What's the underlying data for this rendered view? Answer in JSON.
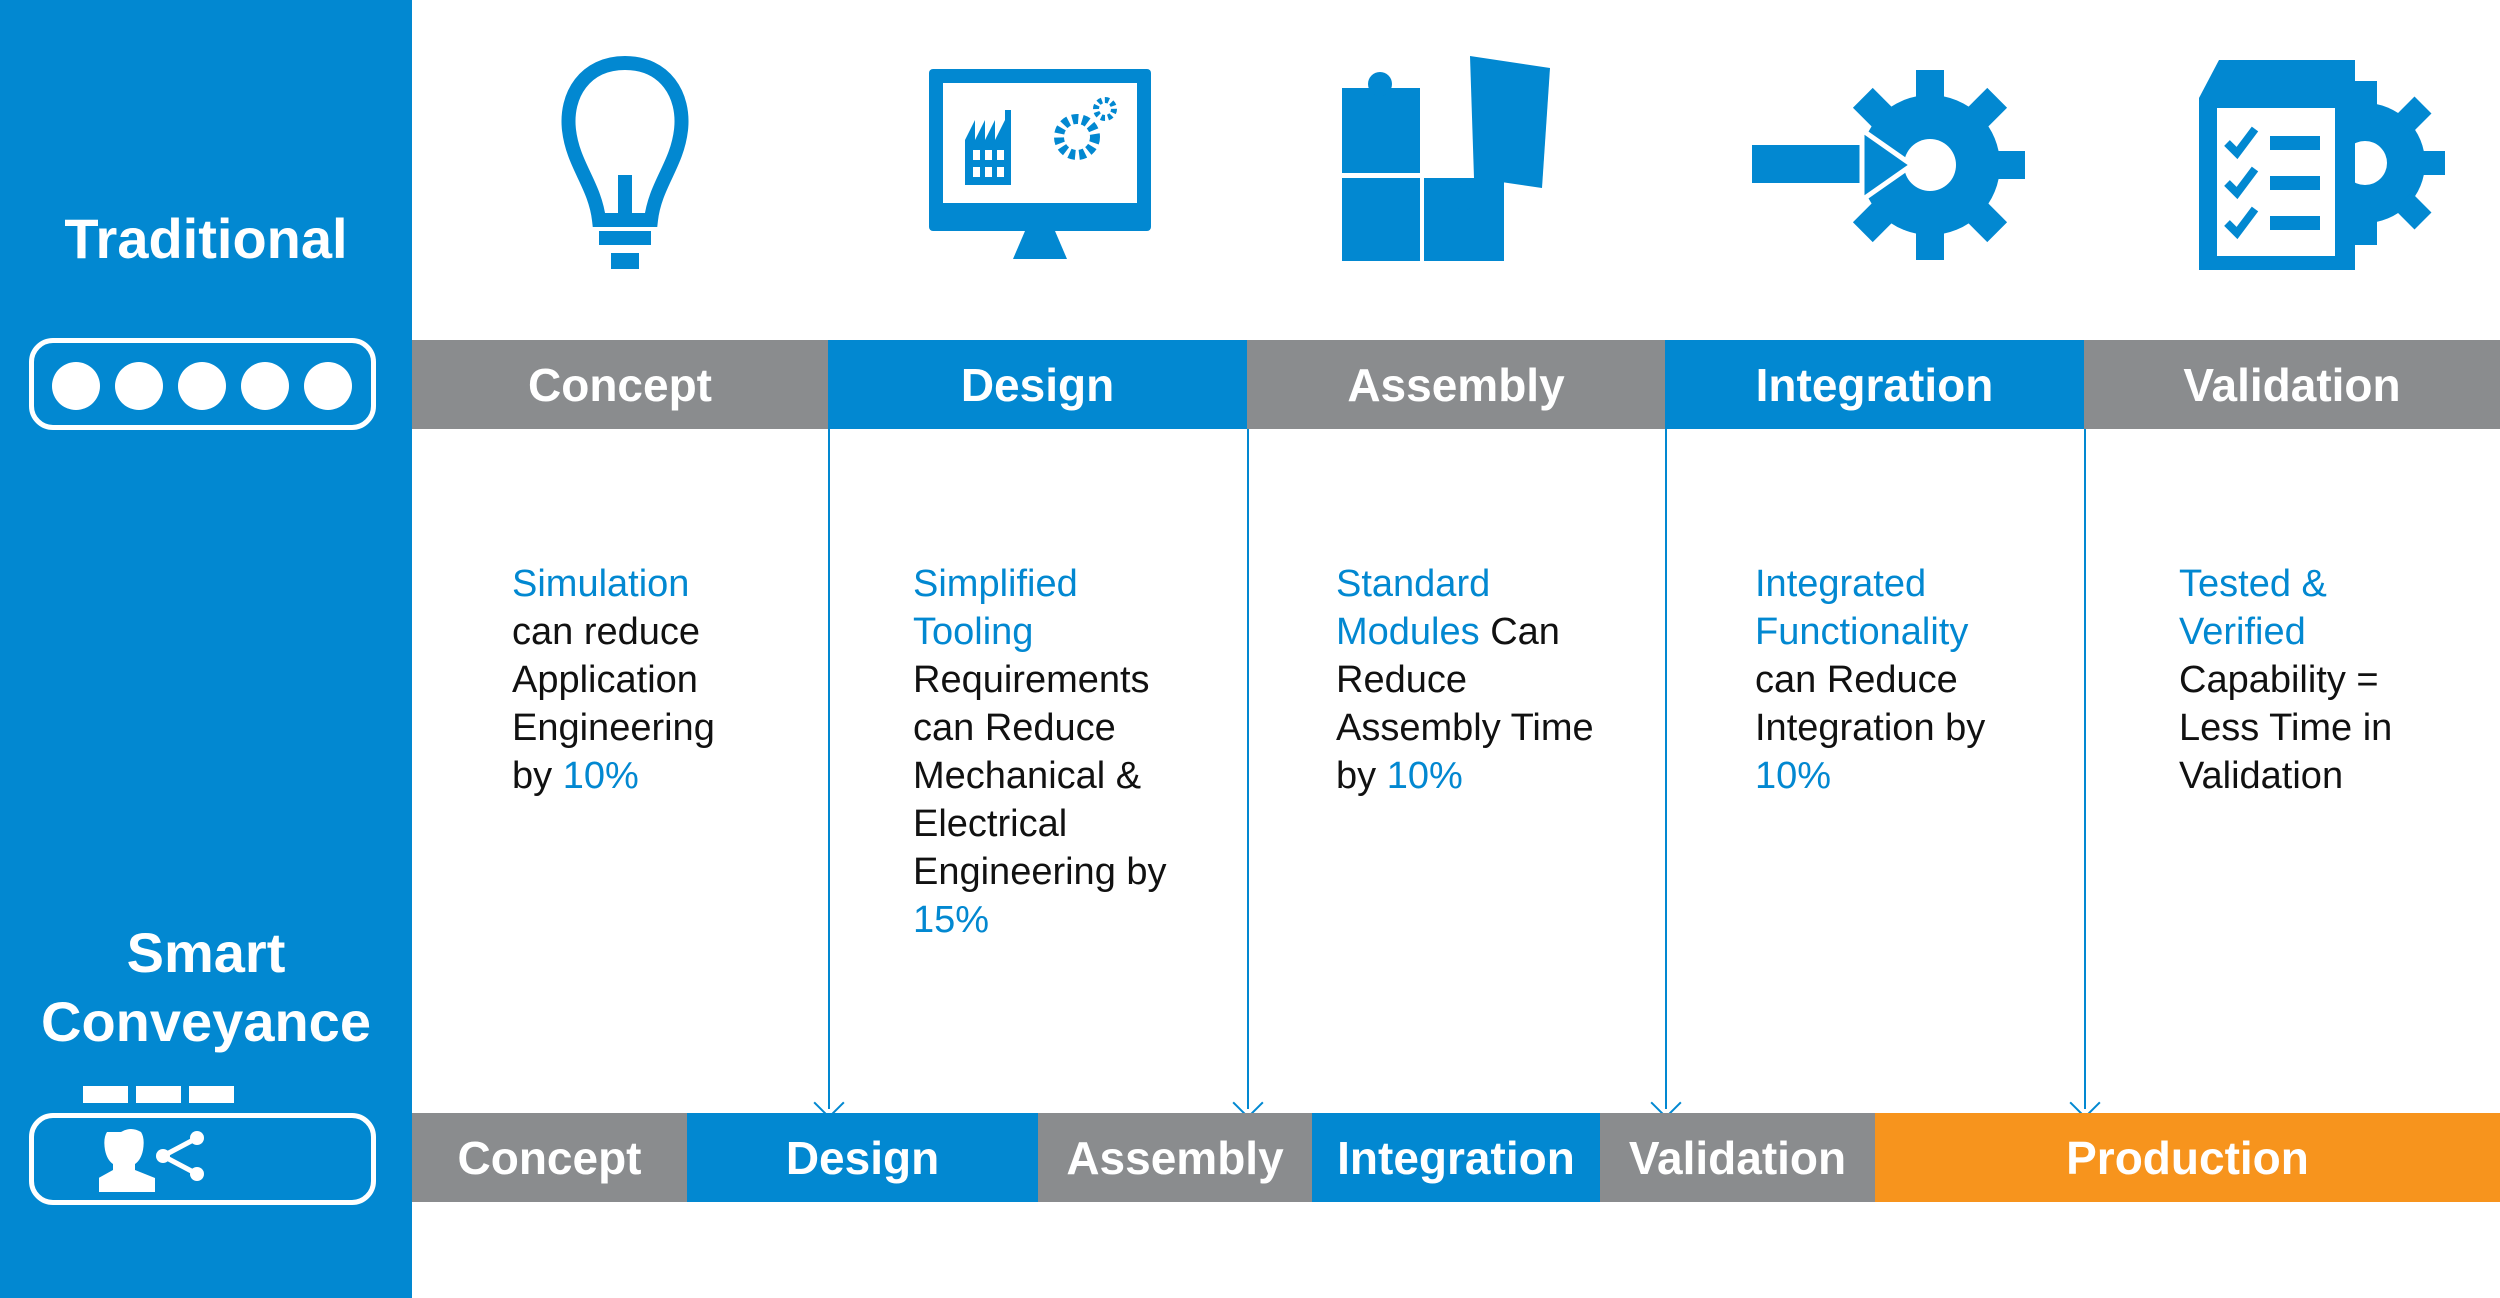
{
  "sidebar": {
    "traditional_label": "Traditional",
    "smart_label_line1": "Smart",
    "smart_label_line2": "Conveyance"
  },
  "traditional_phases": [
    "Concept",
    "Design",
    "Assembly",
    "Integration",
    "Validation"
  ],
  "smart_phases": [
    "Concept",
    "Design",
    "Assembly",
    "Integration",
    "Validation",
    "Production"
  ],
  "descriptions": [
    {
      "highlight": "Simulation",
      "text": " can reduce Application Engineering by ",
      "value": "10%"
    },
    {
      "highlight": "Simplified Tooling",
      "text": " Requirements can Reduce Mechanical & Electrical Engineering by ",
      "value": "15%"
    },
    {
      "highlight": "Standard Modules",
      "text": " Can Reduce Assembly Time by ",
      "value": "10%"
    },
    {
      "highlight": "Integrated Functionality",
      "text": " can Reduce Integration by ",
      "value": "10%"
    },
    {
      "highlight": "Tested & Verified",
      "text": " Capability = Less Time in Validation",
      "value": ""
    }
  ],
  "colors": {
    "blue": "#0288D1",
    "gray": "#8A8C8E",
    "orange": "#F7941D"
  },
  "icons": [
    "lightbulb-icon",
    "monitor-factory-gear-icon",
    "puzzle-icon",
    "arrow-gear-icon",
    "checklist-gear-icon"
  ]
}
